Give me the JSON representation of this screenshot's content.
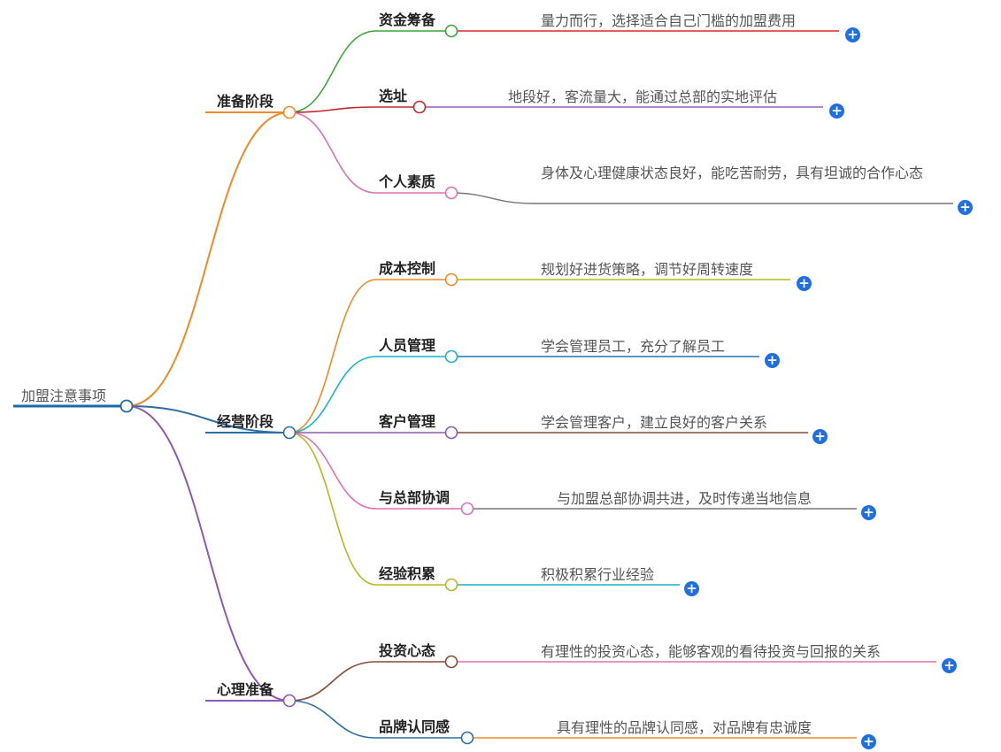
{
  "root": "加盟注意事项",
  "branches": [
    {
      "label": "准备阶段",
      "children": [
        {
          "label": "资金筹备",
          "note": "量力而行，选择适合自己门槛的加盟费用"
        },
        {
          "label": "选址",
          "note": "地段好，客流量大，能通过总部的实地评估"
        },
        {
          "label": "个人素质",
          "note": "身体及心理健康状态良好，能吃苦耐劳，具有坦诚的合作心态"
        }
      ]
    },
    {
      "label": "经营阶段",
      "children": [
        {
          "label": "成本控制",
          "note": "规划好进货策略，调节好周转速度"
        },
        {
          "label": "人员管理",
          "note": "学会管理员工，充分了解员工"
        },
        {
          "label": "客户管理",
          "note": "学会管理客户，建立良好的客户关系"
        },
        {
          "label": "与总部协调",
          "note": "与加盟总部协调共进，及时传递当地信息"
        },
        {
          "label": "经验积累",
          "note": "积极积累行业经验"
        }
      ]
    },
    {
      "label": "心理准备",
      "children": [
        {
          "label": "投资心态",
          "note": "有理性的投资心态，能够客观的看待投资与回报的关系"
        },
        {
          "label": "品牌认同感",
          "note": "具有理性的品牌认同感，对品牌有忠诚度"
        }
      ]
    }
  ],
  "colors": {
    "root_line": "#1a6ba8",
    "branch": [
      "#f08a24",
      "#2a6fa6",
      "#8e58b4"
    ],
    "child": [
      [
        "#3aa935",
        "#c0282b",
        "#e36fb4"
      ],
      [
        "#f08a24",
        "#1ab3c9",
        "#8e58b4",
        "#e36fb4",
        "#b8b81e"
      ],
      [
        "#8b4a3a",
        "#2a6fa6"
      ]
    ],
    "leaf": [
      [
        "#e0282b",
        "#9a5ab8",
        "#777777"
      ],
      [
        "#b8b81e",
        "#2a6fa6",
        "#8b4a3a",
        "#777777",
        "#1ab3c9"
      ],
      [
        "#e36fb4",
        "#f08a24"
      ]
    ],
    "plus": "#1f6fe0"
  },
  "expand_icon": "plus-circle-icon"
}
